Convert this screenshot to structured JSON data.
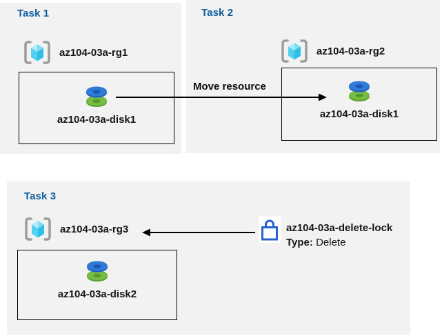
{
  "tasks": {
    "task1": {
      "title": "Task 1",
      "resource_group": "az104-03a-rg1",
      "disk": "az104-03a-disk1"
    },
    "task2": {
      "title": "Task 2",
      "resource_group": "az104-03a-rg2",
      "disk": "az104-03a-disk1"
    },
    "task3": {
      "title": "Task 3",
      "resource_group": "az104-03a-rg3",
      "disk": "az104-03a-disk2"
    }
  },
  "arrows": {
    "move_label": "Move resource"
  },
  "lock": {
    "name": "az104-03a-delete-lock",
    "type_label": "Type:",
    "type_value": "Delete"
  },
  "colors": {
    "panel_bg": "#f2f2f2",
    "task_title_blue": "#0f5e9e",
    "label_text": "#161616",
    "arrow_black": "#000000",
    "lock_blue": "#2663cc",
    "bracket_gray": "#9d9d9d",
    "cube_top_left": "#b0ebf9",
    "cube_top_right": "#7edef5",
    "cube_bottom_left": "#54d1f0",
    "cube_bottom_right": "#2fc0e7",
    "disk_blue_top": "#2e7ad4",
    "disk_blue_side": "#1f5fc4",
    "disk_blue_hole": "#1b56b8",
    "disk_green_top": "#76bc43",
    "disk_green_side": "#5b9e2f",
    "disk_green_hole": "#55972c"
  }
}
